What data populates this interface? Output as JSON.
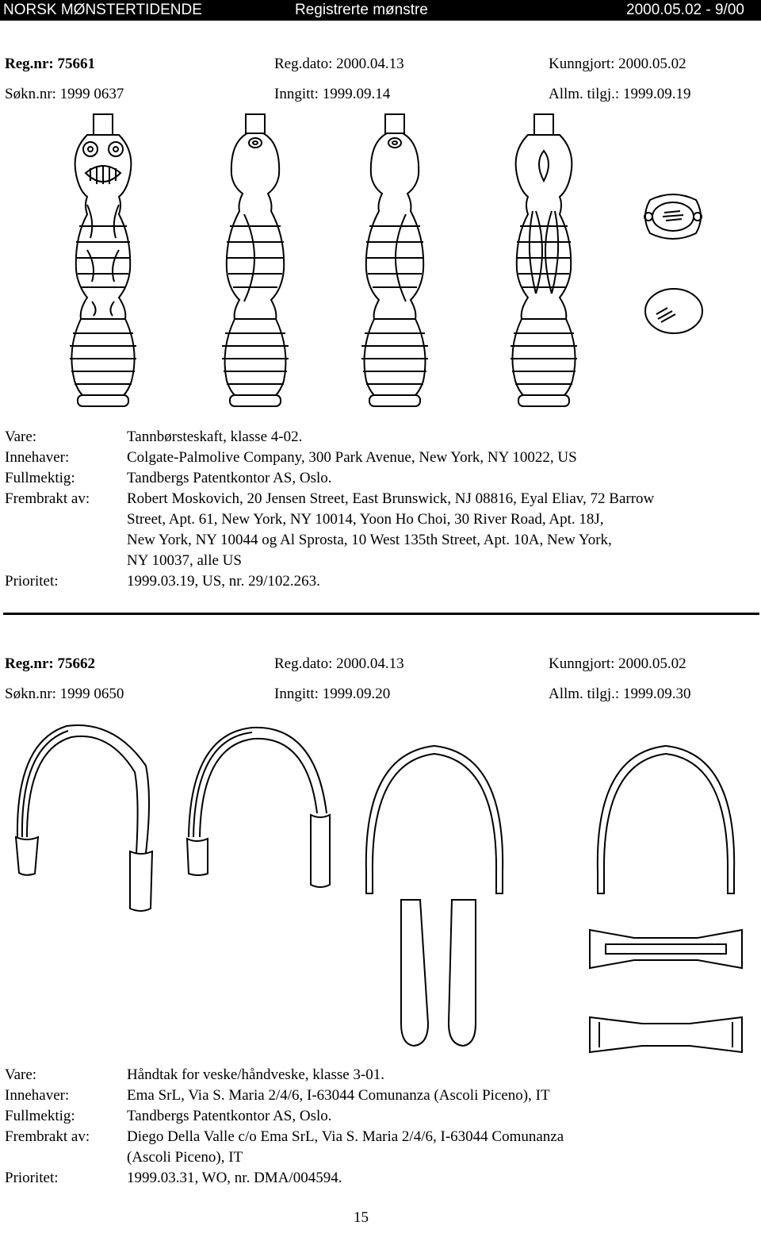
{
  "header": {
    "publication": "NORSK MØNSTERTIDENDE",
    "section": "Registrerte mønstre",
    "issue": "2000.05.02 - 9/00"
  },
  "entries": [
    {
      "regnr": "Reg.nr: 75661",
      "regdato": "Reg.dato: 2000.04.13",
      "kunngjort": "Kunngjort: 2000.05.02",
      "soknnr": "Søkn.nr: 1999 0637",
      "inngitt": "Inngitt: 1999.09.14",
      "allm": "Allm. tilgj.: 1999.09.19",
      "fields": {
        "vare_label": "Vare:",
        "vare": "Tannbørsteskaft, klasse 4-02.",
        "innehaver_label": "Innehaver:",
        "innehaver": "Colgate-Palmolive Company, 300 Park Avenue, New York, NY 10022, US",
        "fullmektig_label": "Fullmektig:",
        "fullmektig": "Tandbergs Patentkontor AS, Oslo.",
        "frembrakt_label": "Frembrakt av:",
        "frembrakt_lines": [
          "Robert Moskovich, 20 Jensen Street, East Brunswick, NJ 08816, Eyal Eliav, 72 Barrow",
          "Street, Apt. 61, New York, NY 10014, Yoon Ho Choi, 30 River Road, Apt. 18J,",
          "New York, NY 10044 og Al Sprosta, 10 West 135th Street, Apt. 10A, New York,",
          "NY 10037, alle US"
        ],
        "prioritet_label": "Prioritet:",
        "prioritet": "1999.03.19, US, nr. 29/102.263."
      }
    },
    {
      "regnr": "Reg.nr: 75662",
      "regdato": "Reg.dato: 2000.04.13",
      "kunngjort": "Kunngjort: 2000.05.02",
      "soknnr": "Søkn.nr: 1999 0650",
      "inngitt": "Inngitt: 1999.09.20",
      "allm": "Allm. tilgj.: 1999.09.30",
      "fields": {
        "vare_label": "Vare:",
        "vare": "Håndtak for veske/håndveske, klasse 3-01.",
        "innehaver_label": "Innehaver:",
        "innehaver": "Ema SrL, Via S. Maria 2/4/6, I-63044 Comunanza (Ascoli Piceno), IT",
        "fullmektig_label": "Fullmektig:",
        "fullmektig": "Tandbergs Patentkontor AS, Oslo.",
        "frembrakt_label": "Frembrakt av:",
        "frembrakt_lines": [
          "Diego Della Valle c/o Ema SrL, Via S. Maria 2/4/6, I-63044 Comunanza",
          "(Ascoli Piceno), IT"
        ],
        "prioritet_label": "Prioritet:",
        "prioritet": "1999.03.31, WO, nr. DMA/004594."
      }
    }
  ],
  "page_number": "15"
}
